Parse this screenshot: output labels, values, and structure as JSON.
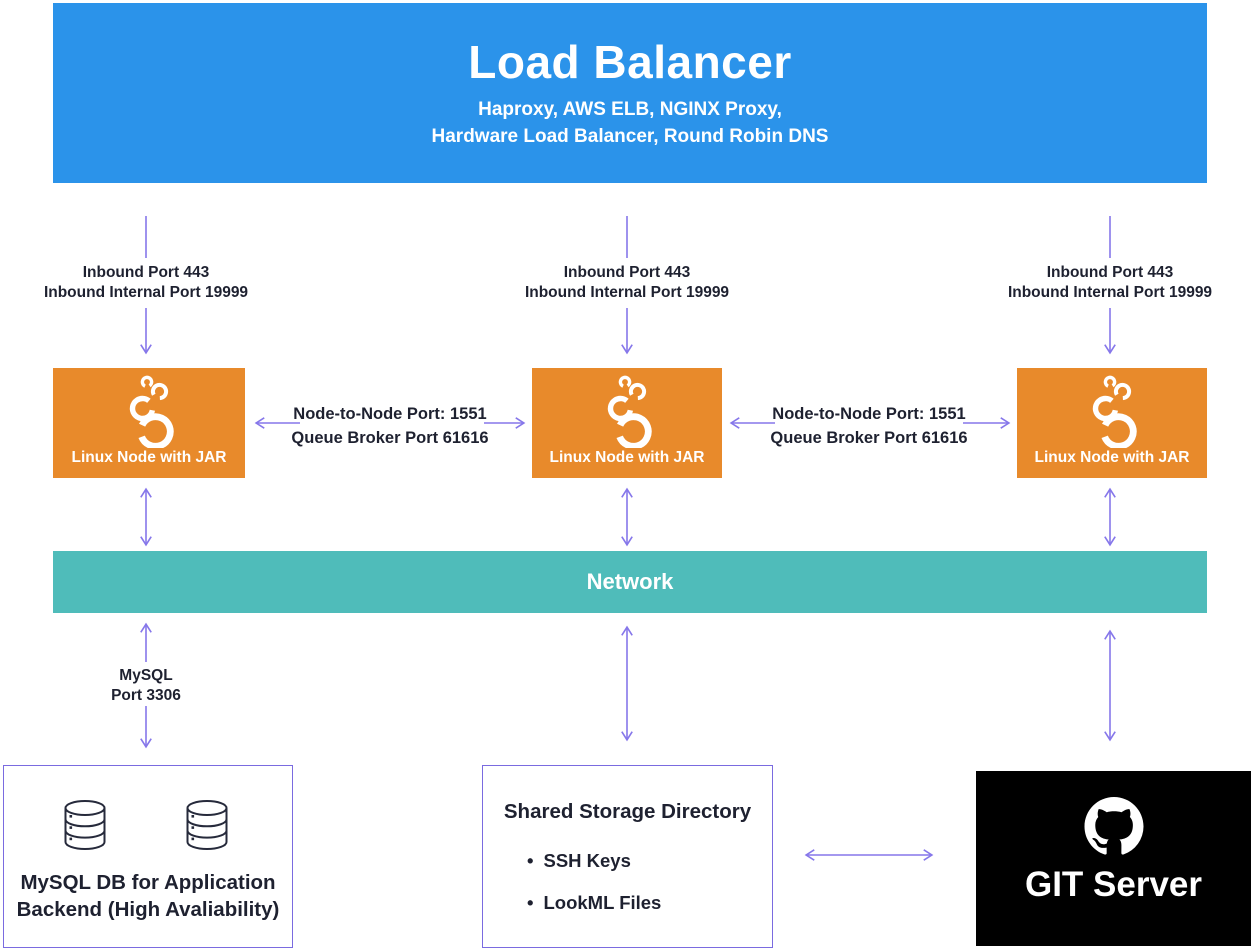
{
  "colors": {
    "load_balancer_blue": "#2B93EA",
    "node_orange": "#E88A2B",
    "network_teal": "#4FBCBA",
    "arrow_purple": "#8677EA",
    "box_border_purple": "#7A6BE0",
    "git_black": "#000000",
    "text_dark": "#1E2130"
  },
  "load_balancer": {
    "title": "Load Balancer",
    "subtitle_line1": "Haproxy, AWS ELB, NGINX Proxy,",
    "subtitle_line2": "Hardware Load Balancer, Round Robin DNS"
  },
  "inbound_label": {
    "line1": "Inbound Port 443",
    "line2": "Inbound Internal Port 19999"
  },
  "node": {
    "label": "Linux Node with JAR",
    "icon": "looker-rings-icon"
  },
  "node_link_label": {
    "line1": "Node-to-Node Port: 1551",
    "line2": "Queue Broker Port 61616"
  },
  "network": {
    "label": "Network"
  },
  "mysql_link_label": {
    "line1": "MySQL",
    "line2": "Port 3306"
  },
  "mysql_box": {
    "line1": "MySQL DB for Application",
    "line2": "Backend (High Avaliability)",
    "icon": "database-cylinder-icon"
  },
  "shared_storage": {
    "title": "Shared Storage Directory",
    "bullet": "•",
    "items": [
      "SSH Keys",
      "LookML Files"
    ]
  },
  "git_server": {
    "label": "GIT Server",
    "icon": "github-octocat-icon"
  }
}
